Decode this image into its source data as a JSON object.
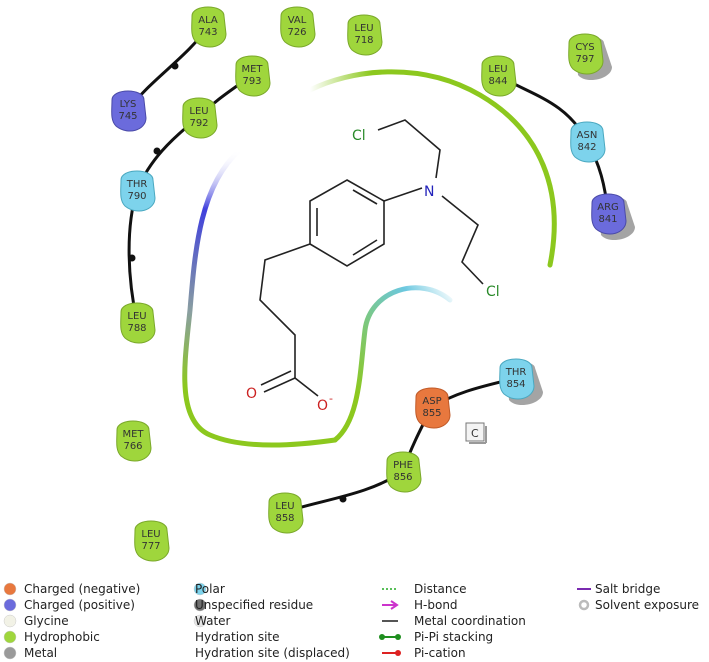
{
  "residues": [
    {
      "id": "ala743",
      "name": "ALA",
      "num": "743",
      "type": "hydrophobic",
      "exposed": false
    },
    {
      "id": "val726",
      "name": "VAL",
      "num": "726",
      "type": "hydrophobic",
      "exposed": false
    },
    {
      "id": "leu718",
      "name": "LEU",
      "num": "718",
      "type": "hydrophobic",
      "exposed": false
    },
    {
      "id": "met793",
      "name": "MET",
      "num": "793",
      "type": "hydrophobic",
      "exposed": false
    },
    {
      "id": "lys745",
      "name": "LYS",
      "num": "745",
      "type": "positive",
      "exposed": false
    },
    {
      "id": "leu792",
      "name": "LEU",
      "num": "792",
      "type": "hydrophobic",
      "exposed": false
    },
    {
      "id": "thr790",
      "name": "THR",
      "num": "790",
      "type": "polar",
      "exposed": false
    },
    {
      "id": "leu788",
      "name": "LEU",
      "num": "788",
      "type": "hydrophobic",
      "exposed": false
    },
    {
      "id": "met766",
      "name": "MET",
      "num": "766",
      "type": "hydrophobic",
      "exposed": false
    },
    {
      "id": "leu777",
      "name": "LEU",
      "num": "777",
      "type": "hydrophobic",
      "exposed": false
    },
    {
      "id": "leu844",
      "name": "LEU",
      "num": "844",
      "type": "hydrophobic",
      "exposed": false
    },
    {
      "id": "cys797",
      "name": "CYS",
      "num": "797",
      "type": "hydrophobic",
      "exposed": true
    },
    {
      "id": "asn842",
      "name": "ASN",
      "num": "842",
      "type": "polar",
      "exposed": false
    },
    {
      "id": "arg841",
      "name": "ARG",
      "num": "841",
      "type": "positive",
      "exposed": true
    },
    {
      "id": "asp855",
      "name": "ASP",
      "num": "855",
      "type": "negative",
      "exposed": false
    },
    {
      "id": "thr854",
      "name": "THR",
      "num": "854",
      "type": "polar",
      "exposed": true
    },
    {
      "id": "phe856",
      "name": "PHE",
      "num": "856",
      "type": "hydrophobic",
      "exposed": false
    },
    {
      "id": "leu858",
      "name": "LEU",
      "num": "858",
      "type": "hydrophobic",
      "exposed": false
    }
  ],
  "ligand": {
    "chlorine_label": "Cl",
    "nitrogen_label": "N",
    "oxygen_label": "O",
    "charge_label": "-"
  },
  "box_label": "C",
  "colors": {
    "hydrophobic": "#9fd63c",
    "positive": "#6b6bdc",
    "negative": "#e8783e",
    "polar": "#7dd3ec",
    "glycine": "#f2f2e6",
    "metal": "#9a9a9a",
    "unspecified": "#707070",
    "water": "#e6e6e6",
    "distance": "#22aa22",
    "hbond": "#cc33cc",
    "metal_coord": "#555555",
    "pipi": "#1f8f1f",
    "pication": "#dd2222",
    "saltbridge": "#7a2ab0",
    "backbone": "#111111",
    "pocket_green": "#8cc81e",
    "pocket_blue": "#4040dd",
    "pocket_cyan": "#6cc8e0"
  },
  "legend": {
    "col1": [
      "Charged (negative)",
      "Charged (positive)",
      "Glycine",
      "Hydrophobic",
      "Metal"
    ],
    "col2": [
      "Polar",
      "Unspecified residue",
      "Water",
      "Hydration site",
      "Hydration site (displaced)"
    ],
    "col3": [
      "Distance",
      "H-bond",
      "Metal coordination",
      "Pi-Pi stacking",
      "Pi-cation"
    ],
    "col4": [
      "Salt bridge",
      "Solvent exposure"
    ]
  }
}
